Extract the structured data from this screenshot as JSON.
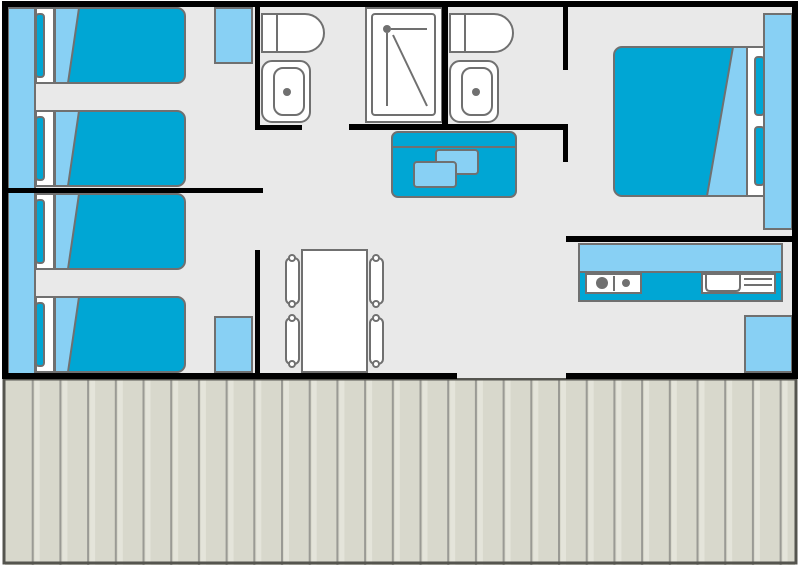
{
  "colors": {
    "floor": "#e9e9e9",
    "wall": "#000000",
    "furniture_dark": "#00a6d4",
    "furniture_light": "#88d0f4",
    "outline": "#707070",
    "fixture": "#ffffff",
    "deck": "#d8d8cc",
    "deck_line": "#9a9a94"
  },
  "rooms": [
    "bunk-bedroom-1",
    "bunk-bedroom-2",
    "bathroom-1",
    "shower-room",
    "bathroom-2",
    "living-dining",
    "master-bedroom",
    "kitchen",
    "terrace"
  ]
}
